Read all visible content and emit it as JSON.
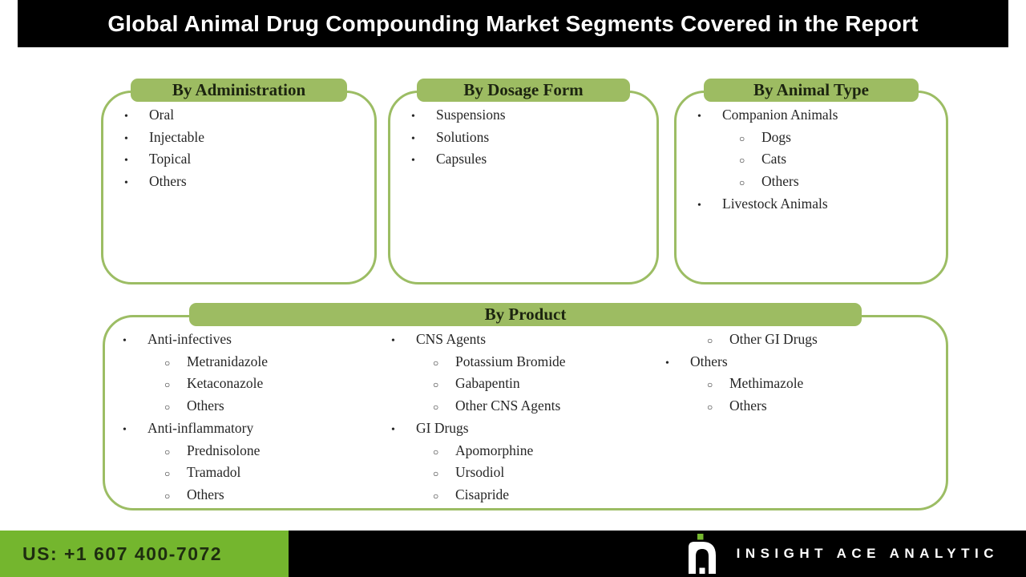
{
  "header": {
    "title": "Global Animal Drug Compounding Market Segments Covered in the Report"
  },
  "boxes": [
    {
      "title": "By Administration",
      "items": [
        {
          "t": "Oral",
          "l": 1
        },
        {
          "t": "Injectable",
          "l": 1
        },
        {
          "t": "Topical",
          "l": 1
        },
        {
          "t": "Others",
          "l": 1
        }
      ]
    },
    {
      "title": "By Dosage Form",
      "items": [
        {
          "t": "Suspensions",
          "l": 1
        },
        {
          "t": "Solutions",
          "l": 1
        },
        {
          "t": "Capsules",
          "l": 1
        }
      ]
    },
    {
      "title": "By Animal Type",
      "items": [
        {
          "t": "Companion Animals",
          "l": 1
        },
        {
          "t": "Dogs",
          "l": 2
        },
        {
          "t": "Cats",
          "l": 2
        },
        {
          "t": "Others",
          "l": 2
        },
        {
          "t": "Livestock Animals",
          "l": 1
        }
      ]
    }
  ],
  "product": {
    "title": "By Product",
    "columns": [
      {
        "items": [
          {
            "t": "Anti-infectives",
            "l": 1
          },
          {
            "t": "Metranidazole",
            "l": 2
          },
          {
            "t": "Ketaconazole",
            "l": 2
          },
          {
            "t": "Others",
            "l": 2
          },
          {
            "t": "Anti-inflammatory",
            "l": 1
          },
          {
            "t": "Prednisolone",
            "l": 2
          },
          {
            "t": "Tramadol",
            "l": 2
          },
          {
            "t": "Others",
            "l": 2
          }
        ]
      },
      {
        "items": [
          {
            "t": "CNS Agents",
            "l": 1
          },
          {
            "t": "Potassium Bromide",
            "l": 2
          },
          {
            "t": "Gabapentin",
            "l": 2
          },
          {
            "t": "Other CNS Agents",
            "l": 2
          },
          {
            "t": "GI Drugs",
            "l": 1
          },
          {
            "t": "Apomorphine",
            "l": 2
          },
          {
            "t": "Ursodiol",
            "l": 2
          },
          {
            "t": "Cisapride",
            "l": 2
          }
        ]
      },
      {
        "items": [
          {
            "t": "Other GI Drugs",
            "l": 2
          },
          {
            "t": "Others",
            "l": 1
          },
          {
            "t": "Methimazole",
            "l": 2
          },
          {
            "t": "Others",
            "l": 2
          }
        ]
      }
    ]
  },
  "bullets": {
    "level1": "•",
    "level2": "○"
  },
  "footer": {
    "phone": "US: +1 607 400-7072",
    "brand": "INSIGHT ACE ANALYTIC"
  },
  "colors": {
    "header_bg": "#000000",
    "box_border_green": "#9CBD64",
    "tab_green": "#9DBC62",
    "tab_text": "#1c2410",
    "footer_green": "#74B62E",
    "phone_text": "#1e2d10",
    "brand_bg": "#000000",
    "logo_green": "#76B82F"
  }
}
